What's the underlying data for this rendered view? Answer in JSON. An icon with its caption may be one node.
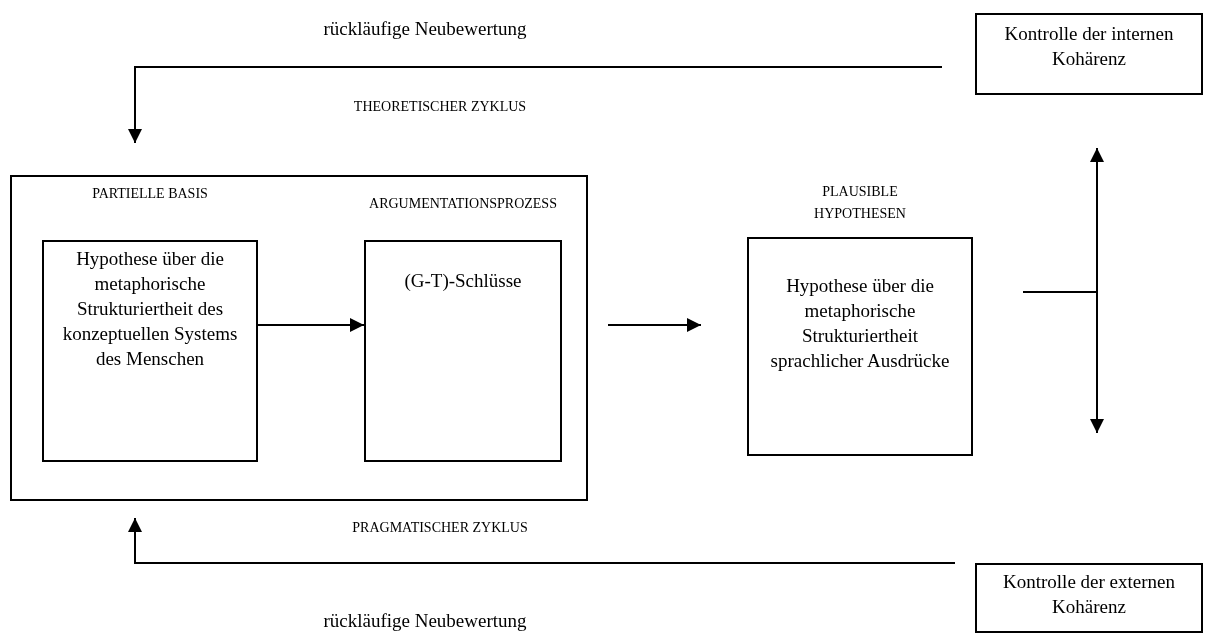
{
  "diagram": {
    "nodes": [
      {
        "text": [],
        "shape": "box"
      },
      {
        "text": [
          "PARTIELLE BASIS",
          "Hypothese über die metaphorische Strukturiertheit des konzeptuellen Systems des Menschen"
        ],
        "in": 0
      },
      {
        "text": [
          "ARGUMENTATIONSPROZESS",
          "(G-T)-Schlüsse"
        ],
        "in": 0
      },
      {
        "text": [
          "PLAUSIBLE HYPOTHESEN",
          "Hypothese über die metaphorische Strukturiertheit sprachlicher Ausdrücke"
        ]
      },
      {
        "text": [
          "Kontrolle der internen Kohärenz"
        ]
      },
      {
        "text": [
          "Kontrolle der externen Kohärenz"
        ]
      }
    ],
    "edges": [
      {
        "from": 1,
        "to": 2,
        "arrow": "to"
      },
      {
        "from": 0,
        "to": 3,
        "arrow": "to"
      },
      {
        "from": 3,
        "to": null,
        "arrow": "to"
      },
      {
        "from": 3,
        "to": null,
        "arrow": "to"
      },
      {
        "from": 4,
        "to": 0,
        "arrow": "to",
        "label": "rückläufige Neubewertung"
      },
      {
        "from": 5,
        "to": 0,
        "arrow": "to",
        "label": "rückläufige Neubewertung"
      }
    ],
    "labels": [
      "THEORETISCHER ZYKLUS",
      "PRAGMATISCHER ZYKLUS"
    ]
  }
}
